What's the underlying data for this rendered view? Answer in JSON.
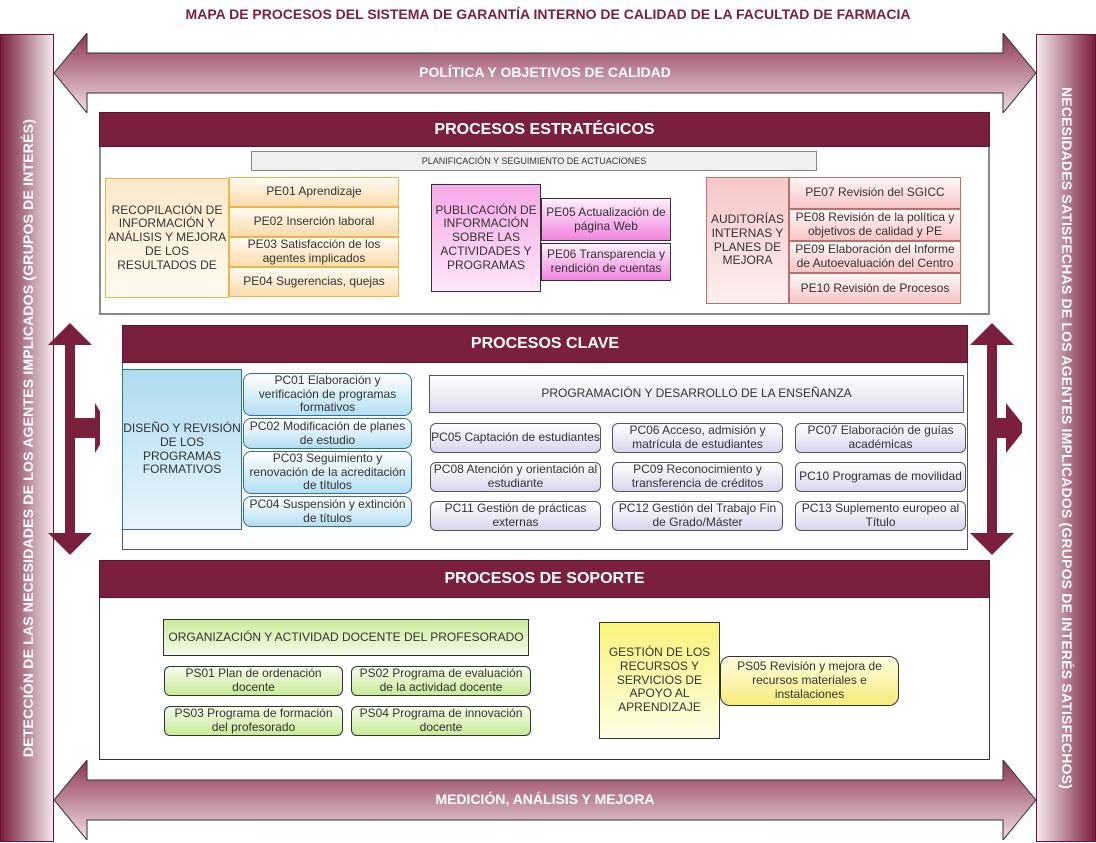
{
  "title": "MAPA DE PROCESOS DEL SISTEMA DE GARANTÍA INTERNO DE CALIDAD DE LA FACULTAD DE FARMACIA",
  "left_bar": "DETECCIÓN DE LAS NECESIDADES DE LOS AGENTES IMPLICADOS (GRUPOS DE INTERÉS)",
  "right_bar": "NECESIDADES SATISFECHAS DE LOS AGENTES IMPLICADOS (GRUPOS DE INTERÉS SATISFECHOS)",
  "top_arrow": "POLÍTICA Y OBJETIVOS DE CALIDAD",
  "bottom_arrow": "MEDICIÓN, ANÁLISIS Y MEJORA",
  "colors": {
    "brand": "#7a1f3c"
  },
  "estrategicos": {
    "header": "PROCESOS ESTRATÉGICOS",
    "plan": "PLANIFICACIÓN Y SEGUIMIENTO DE ACTUACIONES",
    "group1": {
      "label": "RECOPILACIÓN DE INFORMACIÓN Y ANÁLISIS Y MEJORA DE LOS RESULTADOS DE",
      "items": [
        "PE01 Aprendizaje",
        "PE02 Inserción laboral",
        "PE03 Satisfacción de los agentes implicados",
        "PE04 Sugerencias, quejas"
      ]
    },
    "group2": {
      "label": "PUBLICACIÓN DE INFORMACIÓN SOBRE LAS ACTIVIDADES Y PROGRAMAS",
      "items": [
        "PE05  Actualización de página Web",
        "PE06 Transparencia y rendición de cuentas"
      ]
    },
    "group3": {
      "label": "AUDITORÍAS INTERNAS Y PLANES DE MEJORA",
      "items": [
        "PE07 Revisión del SGICC",
        "PE08 Revisión de la política y objetivos de calidad y PE",
        "PE09 Elaboración del Informe de Autoevaluación del Centro",
        "PE10 Revisión de Procesos"
      ]
    }
  },
  "clave": {
    "header": "PROCESOS CLAVE",
    "group1": {
      "label": "DISEÑO Y REVISIÓN DE LOS PROGRAMAS FORMATIVOS",
      "items": [
        "PC01 Elaboración y verificación de programas formativos",
        "PC02 Modificación de planes de estudio",
        "PC03 Seguimiento y renovación de la acreditación de títulos",
        "PC04 Suspensión y extinción de títulos"
      ]
    },
    "group2": {
      "label": "PROGRAMACIÓN Y DESARROLLO DE LA ENSEÑANZA",
      "items": [
        "PC05 Captación de estudiantes",
        "PC06 Acceso, admisión y matrícula de estudiantes",
        "PC07 Elaboración de guías académicas",
        "PC08 Atención y orientación al estudiante",
        "PC09 Reconocimiento y transferencia de créditos",
        "PC10 Programas de movilidad",
        "PC11 Gestión de prácticas externas",
        "PC12 Gestión del Trabajo Fin de Grado/Máster",
        "PC13 Suplemento europeo al Título"
      ]
    }
  },
  "soporte": {
    "header": "PROCESOS DE SOPORTE",
    "group1": {
      "label": "ORGANIZACIÓN Y ACTIVIDAD DOCENTE DEL PROFESORADO",
      "items": [
        "PS01 Plan de ordenación docente",
        "PS02 Programa de evaluación de la actividad docente",
        "PS03 Programa de formación del profesorado",
        "PS04 Programa de innovación docente"
      ]
    },
    "group2": {
      "label": "GESTIÓN DE LOS RECURSOS Y SERVICIOS DE APOYO AL APRENDIZAJE",
      "items": [
        "PS05 Revisión y mejora de recursos materiales e instalaciones"
      ]
    }
  }
}
